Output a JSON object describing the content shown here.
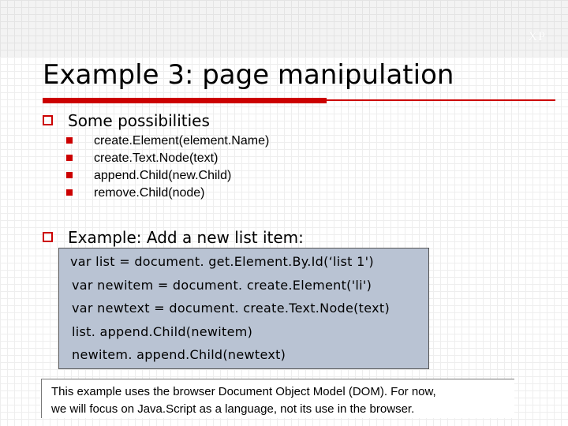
{
  "slide": {
    "corner_mark": "XP",
    "title": "Example 3: page manipulation",
    "accent_color": "#cc0000",
    "code_box_color": "#b9c3d3"
  },
  "bullets": [
    {
      "text": "Some possibilities",
      "sub_items": [
        "create.Element(element.Name)",
        "create.Text.Node(text)",
        "append.Child(new.Child)",
        "remove.Child(node)"
      ]
    },
    {
      "text": "Example: Add a new list item:"
    }
  ],
  "code": {
    "lines": [
      "var list = document. get.Element.By.Id(‘list 1')",
      "var newitem = document. create.Element('li')",
      "var newtext = document. create.Text.Node(text)",
      "list. append.Child(newitem)",
      "newitem. append.Child(newtext)"
    ]
  },
  "note": {
    "lines": [
      "This example uses the browser Document Object Model (DOM). For now,",
      "we will focus on Java.Script as a language, not its use in the browser."
    ]
  }
}
